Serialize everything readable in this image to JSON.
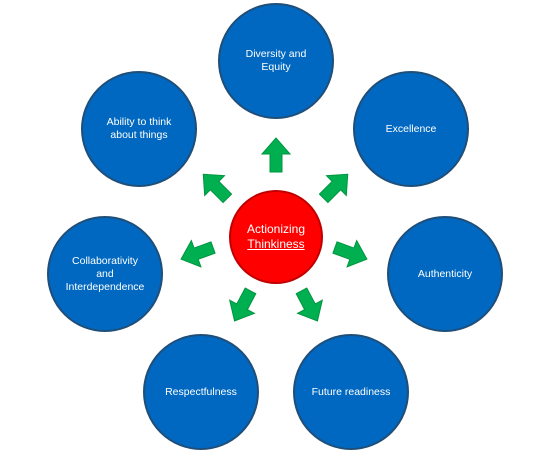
{
  "center": {
    "line1": "Actionizing",
    "line2": "Thinkiness",
    "color": "#ff0000"
  },
  "nodes": [
    {
      "id": "diversity-and-equity",
      "label": "Diversity and\nEquity"
    },
    {
      "id": "excellence",
      "label": "Excellence"
    },
    {
      "id": "authenticity",
      "label": "Authenticity"
    },
    {
      "id": "future-readiness",
      "label": "Future readiness"
    },
    {
      "id": "respectfulness",
      "label": "Respectfulness"
    },
    {
      "id": "collaborativity-and-interdependence",
      "label": "Collaborativity\nand\nInterdependence"
    },
    {
      "id": "ability-to-think-about-things",
      "label": "Ability to think\nabout things"
    }
  ],
  "colors": {
    "node_fill": "#0068c0",
    "arrow_fill": "#00b050"
  }
}
